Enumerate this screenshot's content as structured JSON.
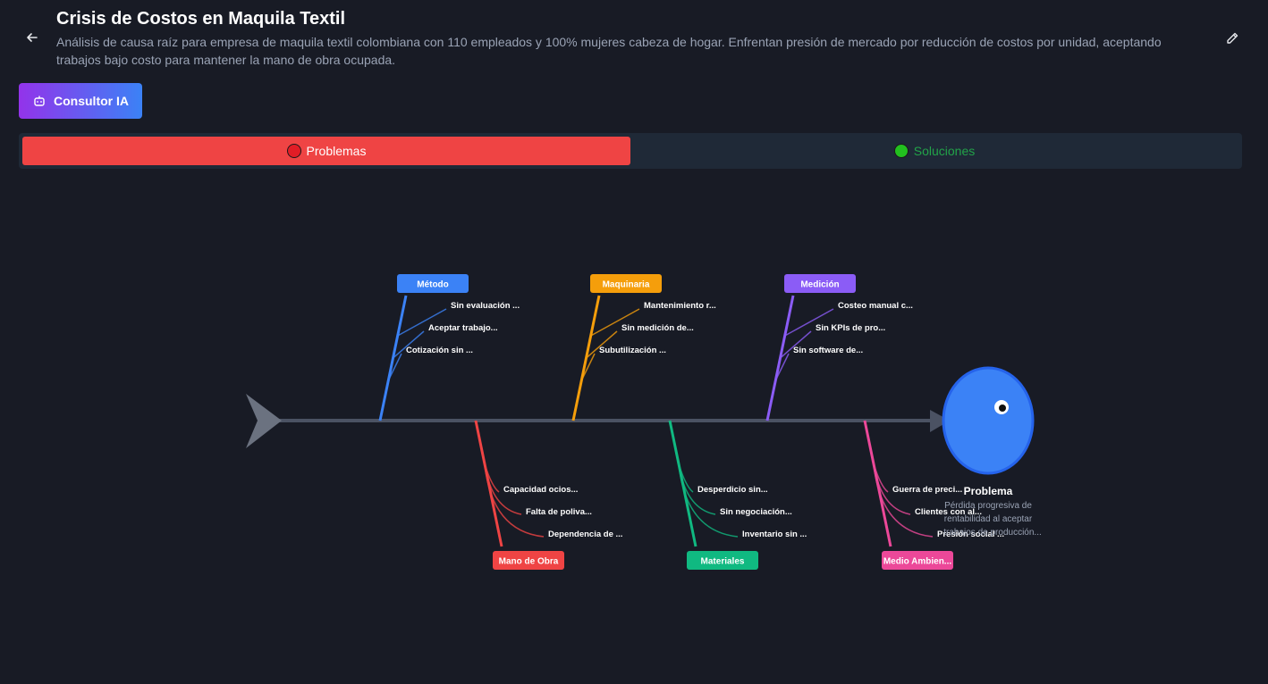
{
  "header": {
    "title": "Crisis de Costos en Maquila Textil",
    "description": "Análisis de causa raíz para empresa de maquila textil colombiana con 110 empleados y 100% mujeres cabeza de hogar. Enfrentan presión de mercado por reducción de costos por unidad, aceptando trabajos bajo costo para mantener la mano de obra ocupada.",
    "back_icon": "arrow-left-icon",
    "edit_icon": "pencil-icon"
  },
  "ai_button": {
    "label": "Consultor IA",
    "icon": "robot-icon"
  },
  "tabs": [
    {
      "label": "Problemas",
      "color": "#ef4444",
      "active": true
    },
    {
      "label": "Soluciones",
      "color": "#22c01f",
      "active": false
    }
  ],
  "diagram": {
    "problem": {
      "title": "Problema",
      "description": [
        "Pérdida progresiva de",
        "rentabilidad al aceptar",
        "trabajos de producción..."
      ]
    },
    "categories": [
      {
        "name": "Método",
        "color": "#3b82f6",
        "causes": [
          "Sin evaluación ...",
          "Aceptar trabajo...",
          "Cotización sin ..."
        ]
      },
      {
        "name": "Maquinaria",
        "color": "#f59e0b",
        "causes": [
          "Mantenimiento r...",
          "Sin medición de...",
          "Subutilización ..."
        ]
      },
      {
        "name": "Medición",
        "color": "#8b5cf6",
        "causes": [
          "Costeo manual c...",
          "Sin KPIs de pro...",
          "Sin software de..."
        ]
      },
      {
        "name": "Mano de Obra",
        "color": "#ef4444",
        "causes": [
          "Capacidad ocios...",
          "Falta de poliva...",
          "Dependencia de ..."
        ]
      },
      {
        "name": "Materiales",
        "color": "#10b981",
        "causes": [
          "Desperdicio sin...",
          "Sin negociación...",
          "Inventario sin ..."
        ]
      },
      {
        "name": "Medio Ambien...",
        "color": "#ec4899",
        "causes": [
          "Guerra de preci...",
          "Clientes con al...",
          "Presión social ..."
        ]
      }
    ]
  }
}
